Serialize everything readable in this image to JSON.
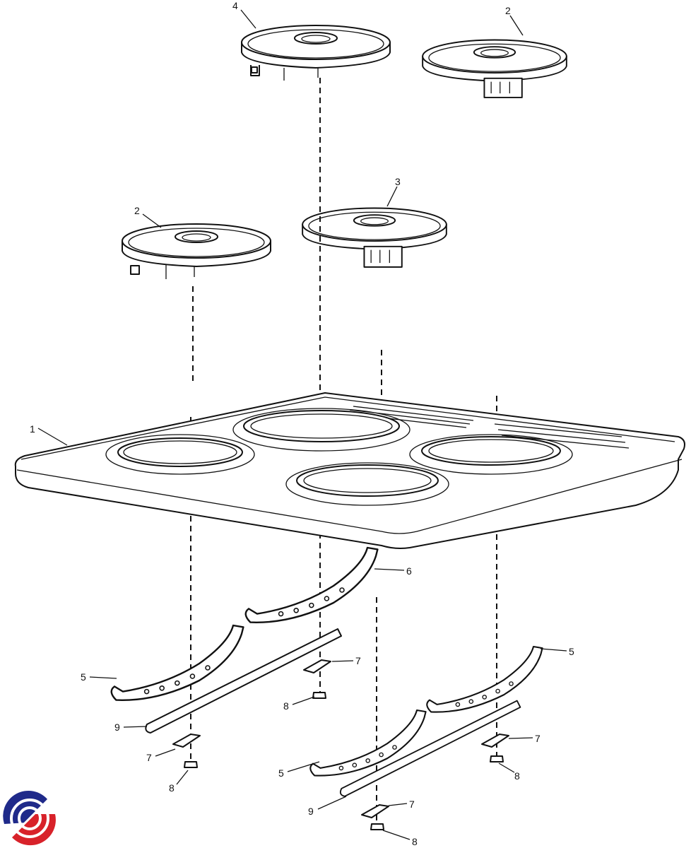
{
  "diagram": {
    "type": "exploded-parts-view",
    "callouts": [
      "4",
      "2",
      "2",
      "3",
      "1",
      "6",
      "5",
      "7",
      "8",
      "9",
      "7",
      "8",
      "5",
      "7",
      "5",
      "9",
      "7",
      "8",
      "8"
    ],
    "logo": {
      "colors": {
        "blue": "#1f2a8a",
        "red": "#d8222a"
      }
    }
  }
}
